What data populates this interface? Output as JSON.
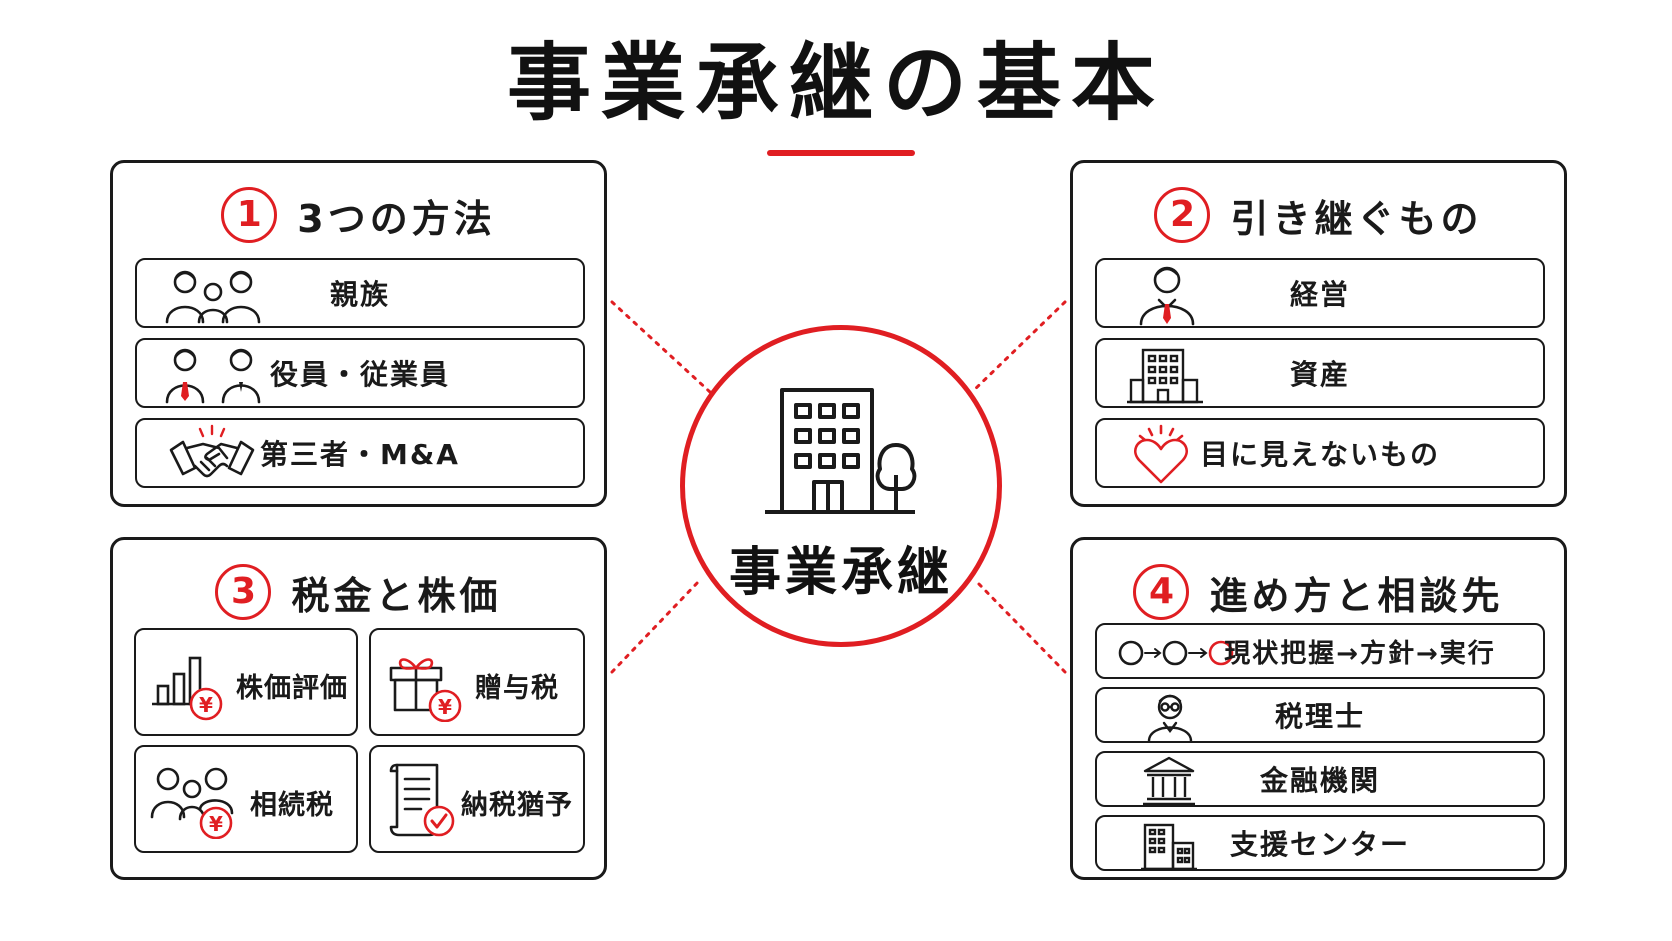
{
  "title": "事業承継の基本",
  "accent_color": "#e01e22",
  "center": {
    "label": "事業承継",
    "icon": "office-building-tree-icon"
  },
  "panels": {
    "p1": {
      "number": "1",
      "title": "3つの方法",
      "items": [
        {
          "label": "親族",
          "icon": "family-icon"
        },
        {
          "label": "役員・従業員",
          "icon": "employees-icon"
        },
        {
          "label": "第三者・M&A",
          "icon": "handshake-icon"
        }
      ]
    },
    "p2": {
      "number": "2",
      "title": "引き継ぐもの",
      "items": [
        {
          "label": "経営",
          "icon": "manager-icon"
        },
        {
          "label": "資産",
          "icon": "building-icon"
        },
        {
          "label": "目に見えないもの",
          "icon": "heart-icon"
        }
      ]
    },
    "p3": {
      "number": "3",
      "title": "税金と株価",
      "items": [
        {
          "label": "株価評価",
          "icon": "bar-chart-yen-icon"
        },
        {
          "label": "贈与税",
          "icon": "gift-yen-icon"
        },
        {
          "label": "相続税",
          "icon": "family-yen-icon"
        },
        {
          "label": "納税猶予",
          "icon": "document-check-icon"
        }
      ]
    },
    "p4": {
      "number": "4",
      "title": "進め方と相談先",
      "items": [
        {
          "label": "現状把握→方針→実行",
          "icon": "process-circles-icon"
        },
        {
          "label": "税理士",
          "icon": "tax-accountant-icon"
        },
        {
          "label": "金融機関",
          "icon": "bank-icon"
        },
        {
          "label": "支援センター",
          "icon": "support-center-icon"
        }
      ]
    }
  }
}
